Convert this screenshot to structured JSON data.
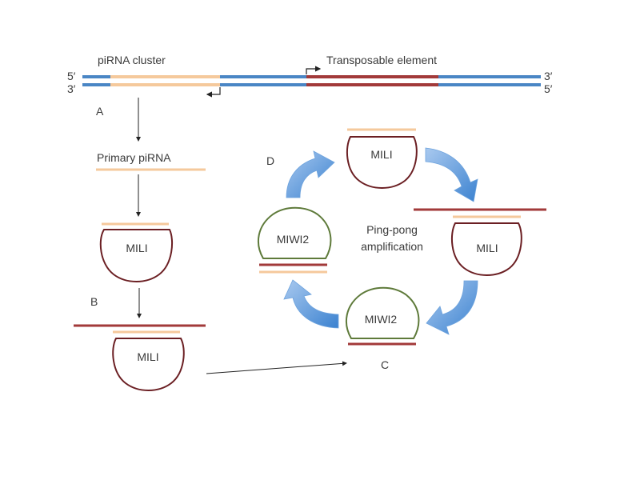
{
  "colors": {
    "dna": "#4a86c5",
    "pirna": "#f5c99c",
    "transposon": "#a23a3a",
    "mili": "#6b1f23",
    "miwi2": "#5e7a3a",
    "cycle_arrow": "#4a90d8",
    "line": "#222222"
  },
  "genome": {
    "top_strand": {
      "left_end": "5′",
      "right_end": "3′"
    },
    "bottom_strand": {
      "left_end": "3′",
      "right_end": "5′"
    },
    "cluster_label": "piRNA cluster",
    "transposon_label": "Transposable element"
  },
  "steps": {
    "a": "A",
    "b": "B",
    "c": "C",
    "d": "D"
  },
  "primary_label": "Primary piRNA",
  "proteins": {
    "mili_loaded": "MILI",
    "mili_target": "MILI",
    "mili_cycle_top": "MILI",
    "mili_cycle_right": "MILI",
    "miwi2_cycle_bottom": "MIWI2",
    "miwi2_cycle_left": "MIWI2"
  },
  "cycle": {
    "label_line1": "Ping-pong",
    "label_line2": "amplification"
  }
}
